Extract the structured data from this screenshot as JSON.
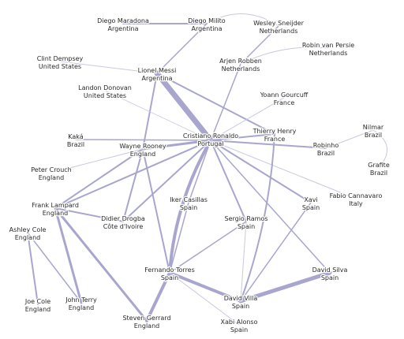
{
  "nodes": [
    {
      "id": "maradona",
      "name": "Diego Maradona",
      "country": "Argentina"
    },
    {
      "id": "milito",
      "name": "Diego Milito",
      "country": "Argentina"
    },
    {
      "id": "sneijder",
      "name": "Wesley Sneijder",
      "country": "Netherlands"
    },
    {
      "id": "persie",
      "name": "Robin van Persie",
      "country": "Netherlands"
    },
    {
      "id": "dempsey",
      "name": "Clint Dempsey",
      "country": "United States"
    },
    {
      "id": "robben",
      "name": "Arjen Robben",
      "country": "Netherlands"
    },
    {
      "id": "messi",
      "name": "Lionel Messi",
      "country": "Argentina"
    },
    {
      "id": "donovan",
      "name": "Landon Donovan",
      "country": "United States"
    },
    {
      "id": "gourcuff",
      "name": "Yoann Gourcuff",
      "country": "France"
    },
    {
      "id": "nilmar",
      "name": "Nilmar",
      "country": "Brazil"
    },
    {
      "id": "henry",
      "name": "Thierry Henry",
      "country": "France"
    },
    {
      "id": "ronaldo",
      "name": "Cristiano Ronaldo",
      "country": "Portugal"
    },
    {
      "id": "kaka",
      "name": "Kaká",
      "country": "Brazil"
    },
    {
      "id": "robinho",
      "name": "Robinho",
      "country": "Brazil"
    },
    {
      "id": "rooney",
      "name": "Wayne Rooney",
      "country": "England"
    },
    {
      "id": "grafite",
      "name": "Grafite",
      "country": "Brazil"
    },
    {
      "id": "crouch",
      "name": "Peter Crouch",
      "country": "England"
    },
    {
      "id": "cannavaro",
      "name": "Fabio Cannavaro",
      "country": "Italy"
    },
    {
      "id": "casillas",
      "name": "Iker Casillas",
      "country": "Spain"
    },
    {
      "id": "xavi",
      "name": "Xavi",
      "country": "Spain"
    },
    {
      "id": "lampard",
      "name": "Frank Lampard",
      "country": "England"
    },
    {
      "id": "ramos",
      "name": "Sergio Ramos",
      "country": "Spain"
    },
    {
      "id": "drogba",
      "name": "Didier Drogba",
      "country": "Côte d'Ivoire"
    },
    {
      "id": "acole",
      "name": "Ashley Cole",
      "country": "England"
    },
    {
      "id": "torres",
      "name": "Fernando Torres",
      "country": "Spain"
    },
    {
      "id": "silva",
      "name": "David Silva",
      "country": "Spain"
    },
    {
      "id": "villa",
      "name": "David Villa",
      "country": "Spain"
    },
    {
      "id": "jcole",
      "name": "Joe Cole",
      "country": "England"
    },
    {
      "id": "terry",
      "name": "John Terry",
      "country": "England"
    },
    {
      "id": "gerrard",
      "name": "Steven Gerrard",
      "country": "England"
    },
    {
      "id": "alonso",
      "name": "Xabi Alonso",
      "country": "Spain"
    }
  ],
  "edges": [
    {
      "from": "messi",
      "to": "ronaldo",
      "weight": 7,
      "curve": 0
    },
    {
      "from": "ronaldo",
      "to": "torres",
      "weight": 4,
      "curve": 10
    },
    {
      "from": "villa",
      "to": "silva",
      "weight": 5,
      "curve": 0
    },
    {
      "from": "torres",
      "to": "villa",
      "weight": 4,
      "curve": 0
    },
    {
      "from": "torres",
      "to": "gerrard",
      "weight": 4,
      "curve": 0
    },
    {
      "from": "lampard",
      "to": "gerrard",
      "weight": 3,
      "curve": 0
    },
    {
      "from": "lampard",
      "to": "terry",
      "weight": 3,
      "curve": 0
    },
    {
      "from": "maradona",
      "to": "milito",
      "weight": 2,
      "curve": 0
    },
    {
      "from": "rooney",
      "to": "ronaldo",
      "weight": 3,
      "curve": 0
    },
    {
      "from": "ronaldo",
      "to": "robinho",
      "weight": 2,
      "curve": 0
    },
    {
      "from": "ronaldo",
      "to": "henry",
      "weight": 2,
      "curve": 0
    },
    {
      "from": "messi",
      "to": "henry",
      "weight": 2,
      "curve": 0
    },
    {
      "from": "messi",
      "to": "rooney",
      "weight": 2,
      "curve": 0
    },
    {
      "from": "messi",
      "to": "milito",
      "weight": 1.5,
      "curve": 0
    },
    {
      "from": "ronaldo",
      "to": "kaka",
      "weight": 1.5,
      "curve": 0
    },
    {
      "from": "ronaldo",
      "to": "robben",
      "weight": 1.5,
      "curve": 0
    },
    {
      "from": "robben",
      "to": "sneijder",
      "weight": 1.5,
      "curve": 0
    },
    {
      "from": "ronaldo",
      "to": "casillas",
      "weight": 1.5,
      "curve": 0
    },
    {
      "from": "ronaldo",
      "to": "ramos",
      "weight": 2,
      "curve": 0
    },
    {
      "from": "ronaldo",
      "to": "xavi",
      "weight": 2,
      "curve": 0
    },
    {
      "from": "ronaldo",
      "to": "silva",
      "weight": 1.5,
      "curve": 0
    },
    {
      "from": "ronaldo",
      "to": "drogba",
      "weight": 2,
      "curve": 0
    },
    {
      "from": "ronaldo",
      "to": "lampard",
      "weight": 2,
      "curve": 0
    },
    {
      "from": "ronaldo",
      "to": "cannavaro",
      "weight": 1,
      "curve": 0
    },
    {
      "from": "ronaldo",
      "to": "gourcuff",
      "weight": 1,
      "curve": 0
    },
    {
      "from": "ronaldo",
      "to": "donovan",
      "weight": 0.8,
      "curve": 0
    },
    {
      "from": "rooney",
      "to": "lampard",
      "weight": 2,
      "curve": 0
    },
    {
      "from": "rooney",
      "to": "drogba",
      "weight": 2,
      "curve": 0
    },
    {
      "from": "rooney",
      "to": "torres",
      "weight": 2,
      "curve": 0
    },
    {
      "from": "rooney",
      "to": "crouch",
      "weight": 1,
      "curve": 0
    },
    {
      "from": "lampard",
      "to": "drogba",
      "weight": 2,
      "curve": 0
    },
    {
      "from": "casillas",
      "to": "torres",
      "weight": 1.5,
      "curve": 0
    },
    {
      "from": "ramos",
      "to": "torres",
      "weight": 1.5,
      "curve": 0
    },
    {
      "from": "ramos",
      "to": "villa",
      "weight": 1,
      "curve": 0
    },
    {
      "from": "xavi",
      "to": "villa",
      "weight": 1.5,
      "curve": 0
    },
    {
      "from": "henry",
      "to": "villa",
      "weight": 2,
      "curve": -8
    },
    {
      "from": "acole",
      "to": "jcole",
      "weight": 2,
      "curve": 0
    },
    {
      "from": "acole",
      "to": "terry",
      "weight": 1.5,
      "curve": 0
    },
    {
      "from": "torres",
      "to": "alonso",
      "weight": 1,
      "curve": 0
    },
    {
      "from": "milito",
      "to": "sneijder",
      "weight": 1,
      "curve": -14
    },
    {
      "from": "robben",
      "to": "persie",
      "weight": 1,
      "curve": -8
    },
    {
      "from": "messi",
      "to": "dempsey",
      "weight": 1,
      "curve": 0
    },
    {
      "from": "nilmar",
      "to": "grafite",
      "weight": 1,
      "curve": -14
    },
    {
      "from": "robinho",
      "to": "nilmar",
      "weight": 1,
      "curve": 0
    }
  ],
  "colors": {
    "edge": "#a8a6ce",
    "thin_edge": "#c9c7e0",
    "label": "#2a2a2a"
  }
}
